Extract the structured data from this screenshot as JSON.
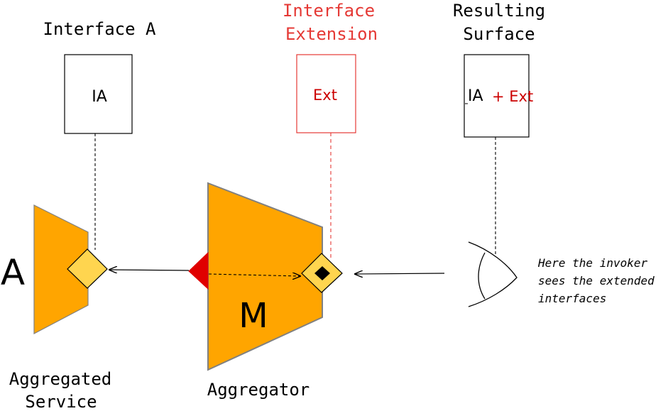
{
  "headers": {
    "interface_a": [
      "Interface A"
    ],
    "interface_extension": [
      "Interface",
      "Extension"
    ],
    "resulting_surface": [
      "Resulting",
      "Surface"
    ]
  },
  "boxes": {
    "ia": "IA",
    "ext": "Ext",
    "result_ia": "IA",
    "result_plus_ext": "+ Ext"
  },
  "components": {
    "aggregated_service_letter": "A",
    "aggregator_letter": "M",
    "aggregated_service_label": [
      "Aggregated",
      "Service"
    ],
    "aggregator_label": "Aggregator"
  },
  "note": [
    "Here the invoker",
    "sees the extended",
    "interfaces"
  ],
  "colors": {
    "component_fill": "#FFA500",
    "component_stroke": "#808080",
    "interface_port": "#FFD54F",
    "extension_red": "#E53935",
    "dark_red": "#CC0000",
    "line": "#000000"
  }
}
